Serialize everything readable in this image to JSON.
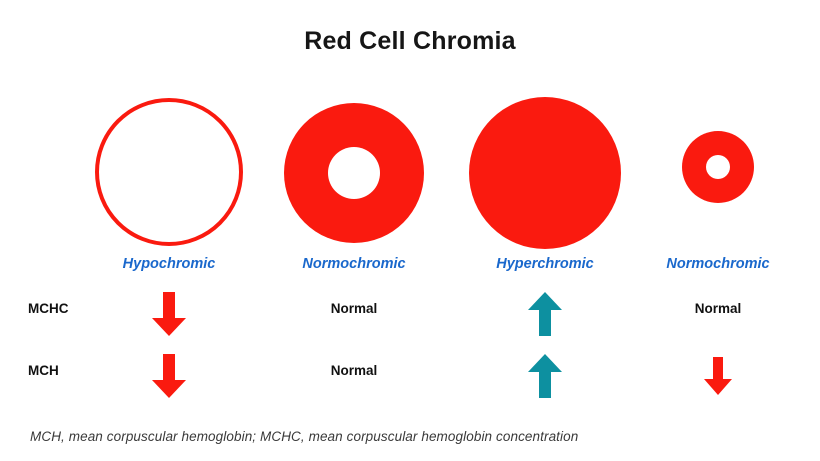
{
  "title": "Red Cell Chromia",
  "columns": [
    {
      "label": "Hypochromic",
      "cell_style": "outline-ring",
      "mchc": "decreased-arrow",
      "mch": "decreased-arrow"
    },
    {
      "label": "Normochromic",
      "cell_style": "solid-donut",
      "mchc": "Normal",
      "mch": "Normal"
    },
    {
      "label": "Hyperchromic",
      "cell_style": "solid-disc",
      "mchc": "increased-arrow",
      "mch": "increased-arrow"
    },
    {
      "label": "Normochromic",
      "cell_style": "small-donut",
      "mchc": "Normal",
      "mch": "decreased-arrow"
    }
  ],
  "rows": [
    {
      "label": "MCHC"
    },
    {
      "label": "MCH"
    }
  ],
  "values": {
    "mchc_col2": "Normal",
    "mchc_col4": "Normal",
    "mch_col2": "Normal"
  },
  "icons": {
    "down_arrow": "arrow-down-icon",
    "up_arrow": "arrow-up-icon"
  },
  "colors": {
    "cell_red": "#FA1A0F",
    "label_blue": "#1A68CC",
    "increase_teal": "#0D90A0",
    "decrease_red": "#FA1A0F",
    "text_black": "#111111",
    "background": "#FFFFFF"
  },
  "footnote": "MCH, mean corpuscular hemoglobin; MCHC, mean corpuscular hemoglobin concentration"
}
